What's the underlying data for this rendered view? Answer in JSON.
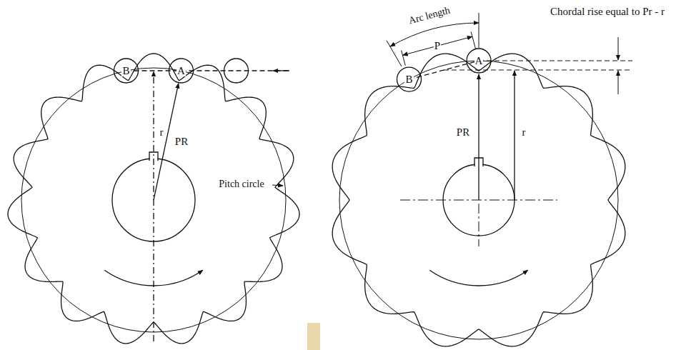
{
  "diagram": {
    "labels": [
      "B",
      "A",
      "r",
      "PR",
      "Pitch circle",
      "Arc length",
      "Chordal rise equal to Pr - r",
      "P",
      "A",
      "B",
      "PR",
      "r"
    ]
  }
}
